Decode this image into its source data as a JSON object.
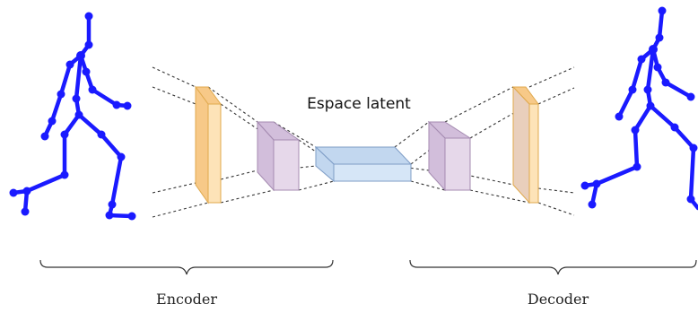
{
  "latent_label": "Espace latent",
  "encoder_label": "Encoder",
  "decoder_label": "Decoder",
  "colors": {
    "skeleton": "#1a1aff",
    "orange_face": "#fde3b8",
    "orange_side": "#f7c988",
    "orange_edge": "#e0a94d",
    "purple_face": "#e6d8ea",
    "purple_side": "#d2bedb",
    "purple_edge": "#a58bb1",
    "blue_face": "#d6e6f7",
    "blue_top": "#c2d7ef",
    "blue_edge": "#7d9cc6"
  }
}
